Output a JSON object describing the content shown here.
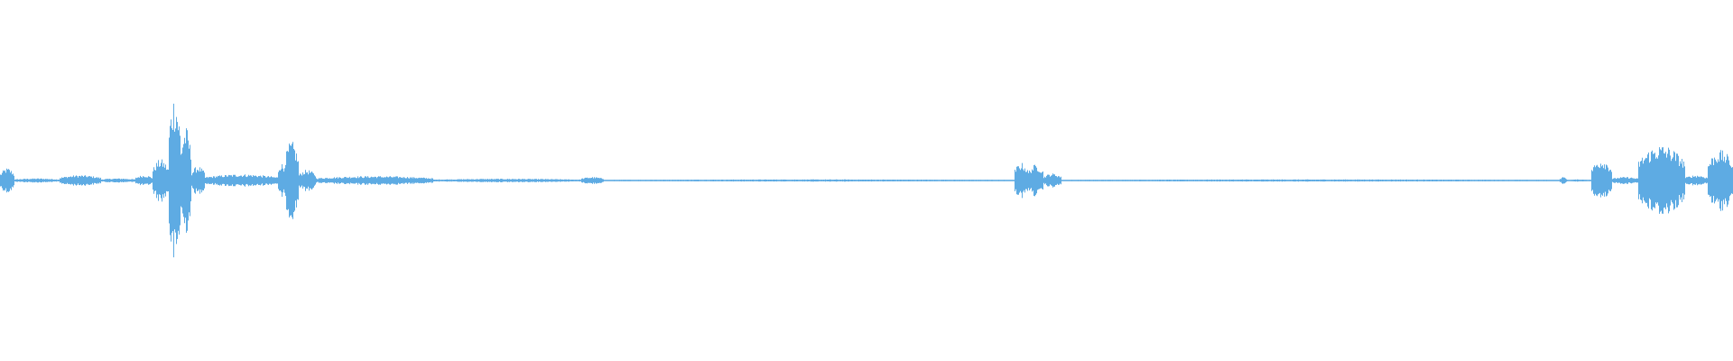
{
  "waveform": {
    "color": "#5eabe3",
    "background": "#ffffff",
    "description_name": "audio-waveform",
    "segments": [
      {
        "start": 0.0,
        "end": 0.008,
        "amp": 0.07
      },
      {
        "start": 0.008,
        "end": 0.034,
        "amp": 0.012
      },
      {
        "start": 0.034,
        "end": 0.058,
        "amp": 0.03
      },
      {
        "start": 0.058,
        "end": 0.078,
        "amp": 0.012
      },
      {
        "start": 0.078,
        "end": 0.088,
        "amp": 0.03
      },
      {
        "start": 0.088,
        "end": 0.097,
        "amp": 0.12
      },
      {
        "start": 0.097,
        "end": 0.104,
        "amp": 0.48
      },
      {
        "start": 0.104,
        "end": 0.11,
        "amp": 0.3
      },
      {
        "start": 0.11,
        "end": 0.118,
        "amp": 0.08
      },
      {
        "start": 0.118,
        "end": 0.16,
        "amp": 0.035
      },
      {
        "start": 0.16,
        "end": 0.164,
        "amp": 0.1
      },
      {
        "start": 0.164,
        "end": 0.172,
        "amp": 0.22
      },
      {
        "start": 0.172,
        "end": 0.182,
        "amp": 0.06
      },
      {
        "start": 0.182,
        "end": 0.25,
        "amp": 0.025
      },
      {
        "start": 0.25,
        "end": 0.335,
        "amp": 0.01
      },
      {
        "start": 0.335,
        "end": 0.348,
        "amp": 0.02
      },
      {
        "start": 0.348,
        "end": 0.585,
        "amp": 0.006
      },
      {
        "start": 0.585,
        "end": 0.593,
        "amp": 0.1
      },
      {
        "start": 0.593,
        "end": 0.602,
        "amp": 0.09
      },
      {
        "start": 0.602,
        "end": 0.612,
        "amp": 0.04
      },
      {
        "start": 0.612,
        "end": 0.9,
        "amp": 0.006
      },
      {
        "start": 0.9,
        "end": 0.904,
        "amp": 0.02
      },
      {
        "start": 0.904,
        "end": 0.918,
        "amp": 0.006
      },
      {
        "start": 0.918,
        "end": 0.93,
        "amp": 0.12
      },
      {
        "start": 0.93,
        "end": 0.945,
        "amp": 0.02
      },
      {
        "start": 0.945,
        "end": 0.972,
        "amp": 0.2
      },
      {
        "start": 0.972,
        "end": 0.985,
        "amp": 0.03
      },
      {
        "start": 0.985,
        "end": 1.0,
        "amp": 0.17
      }
    ]
  }
}
